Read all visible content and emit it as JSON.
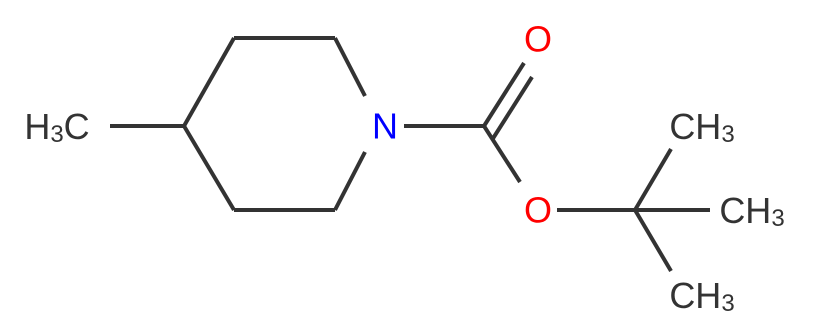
{
  "molecule": {
    "atoms": {
      "methyl_left": {
        "symbol": "H",
        "subscript": "3",
        "suffix": "C",
        "color": "#333333"
      },
      "nitrogen": {
        "symbol": "N",
        "color": "#0000ff"
      },
      "carbonyl_oxygen": {
        "symbol": "O",
        "color": "#ff0000"
      },
      "ester_oxygen": {
        "symbol": "O",
        "color": "#ff0000"
      },
      "methyl_top": {
        "symbol": "CH",
        "subscript": "3",
        "color": "#333333"
      },
      "methyl_right": {
        "symbol": "CH",
        "subscript": "3",
        "color": "#333333"
      },
      "methyl_bottom": {
        "symbol": "CH",
        "subscript": "3",
        "color": "#333333"
      }
    },
    "bond_color": "#333333"
  }
}
